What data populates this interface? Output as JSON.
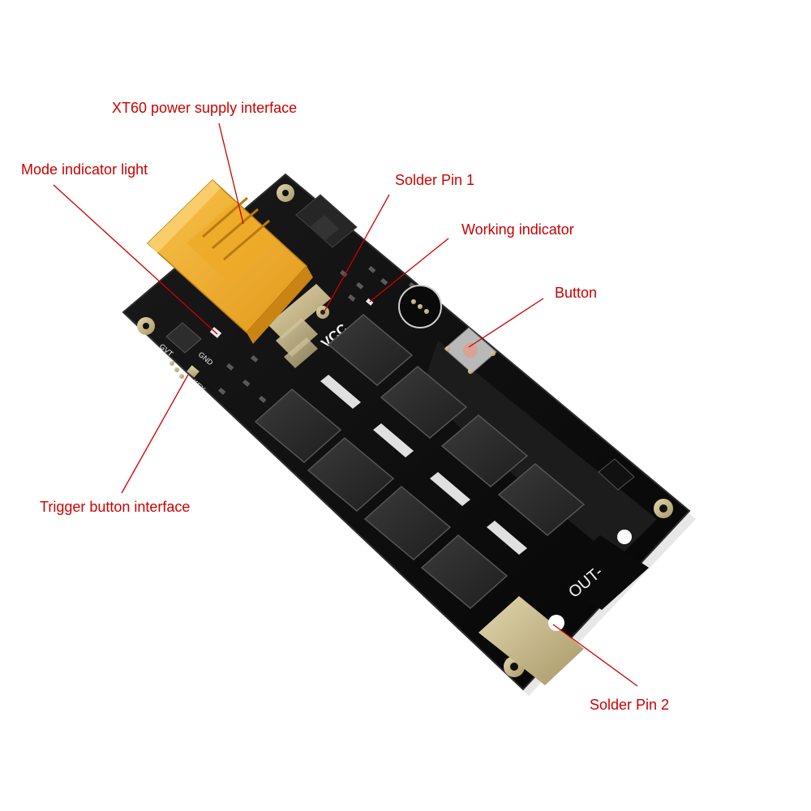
{
  "callouts": {
    "xt60": "XT60 power supply interface",
    "mode_light": "Mode indicator light",
    "solder_pin_1": "Solder Pin 1",
    "working_indicator": "Working indicator",
    "button": "Button",
    "trigger_interface": "Trigger button interface",
    "solder_pin_2": "Solder Pin 2"
  },
  "silkscreen": {
    "vcc": "VCC",
    "out_minus": "OUT-",
    "gnd": "GND",
    "key": "KEY",
    "gvt": "GVT"
  },
  "colors": {
    "label_text": "#cc0000",
    "leader_line": "#cc0000",
    "pcb": "#0d0d0d",
    "connector": "#f2b233",
    "pad": "#c9b98a"
  }
}
